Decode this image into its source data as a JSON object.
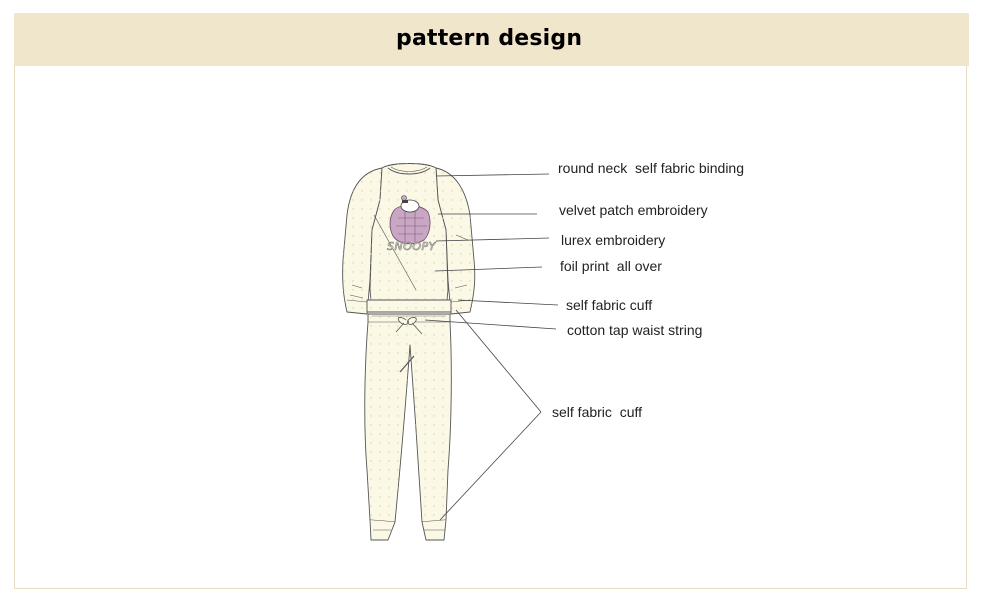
{
  "header": {
    "title": "pattern design"
  },
  "graphic": {
    "chest_print": "SNOOPY"
  },
  "callouts": [
    "round neck  self fabric binding",
    "velvet patch embroidery",
    "lurex embroidery",
    "foil print  all over",
    "self fabric cuff",
    "cotton tap waist string",
    "self fabric  cuff"
  ],
  "colors": {
    "header_bg": "#f0e6cc",
    "garment_fill": "#fbf8e6",
    "patch": "#c9a6c4"
  }
}
